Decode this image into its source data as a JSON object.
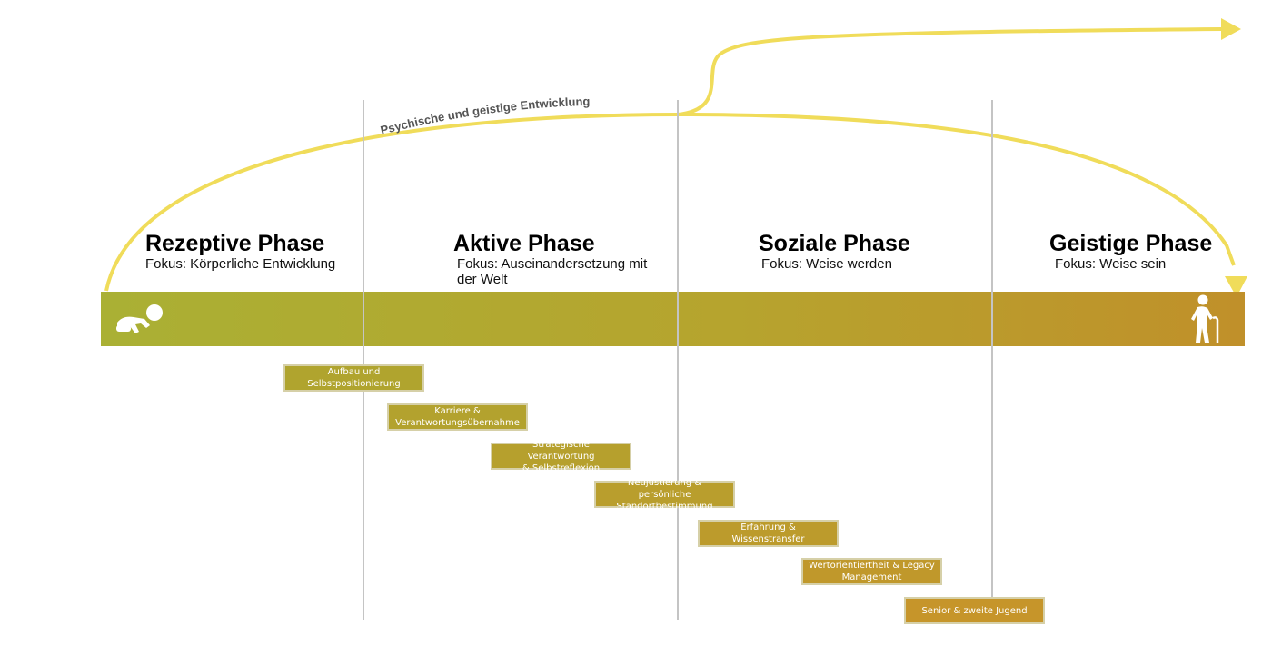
{
  "arc_label": "Psychische und geistige Entwicklung",
  "phases": [
    {
      "title": "Rezeptive Phase",
      "focus_line1": "Fokus: Körperliche Entwicklung",
      "focus_line2": ""
    },
    {
      "title": "Aktive Phase",
      "focus_line1": "Fokus: Auseinandersetzung mit",
      "focus_line2": "der Welt"
    },
    {
      "title": "Soziale Phase",
      "focus_line1": "Fokus: Weise werden",
      "focus_line2": ""
    },
    {
      "title": "Geistige Phase",
      "focus_line1": "Fokus: Weise sein",
      "focus_line2": ""
    }
  ],
  "milestones": [
    {
      "line1": "Aufbau und",
      "line2": "Selbstpositionierung"
    },
    {
      "line1": "Karriere &",
      "line2": "Verantwortungsübernahme"
    },
    {
      "line1": "Strategische Verantwortung",
      "line2": "& Selbstreflexion"
    },
    {
      "line1": "Neujustierung & persönliche",
      "line2": "Standortbestimmung"
    },
    {
      "line1": "Erfahrung & Wissenstransfer",
      "line2": ""
    },
    {
      "line1": "Wertorientiertheit & Legacy",
      "line2": "Management"
    },
    {
      "line1": "Senior & zweite Jugend",
      "line2": ""
    }
  ],
  "icons": {
    "start": "crawling-baby-icon",
    "end": "elderly-person-with-cane-icon"
  },
  "colors": {
    "arc": "#f0dc5a",
    "bar_start": "#aab034",
    "bar_end": "#c0902a",
    "milestone_start": "#b0a42e",
    "milestone_end": "#c6952a",
    "divider": "#c4c4c4"
  }
}
